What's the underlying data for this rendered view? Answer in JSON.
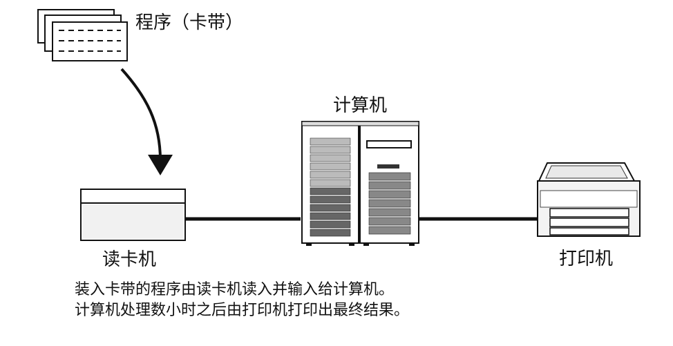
{
  "labels": {
    "program": "程序（卡带）",
    "computer": "计算机",
    "card_reader": "读卡机",
    "printer": "打印机"
  },
  "caption": {
    "line1": "装入卡带的程序由读卡机读入并输入给计算机。",
    "line2": "计算机处理数小时之后由打印机打印出最终结果。"
  }
}
